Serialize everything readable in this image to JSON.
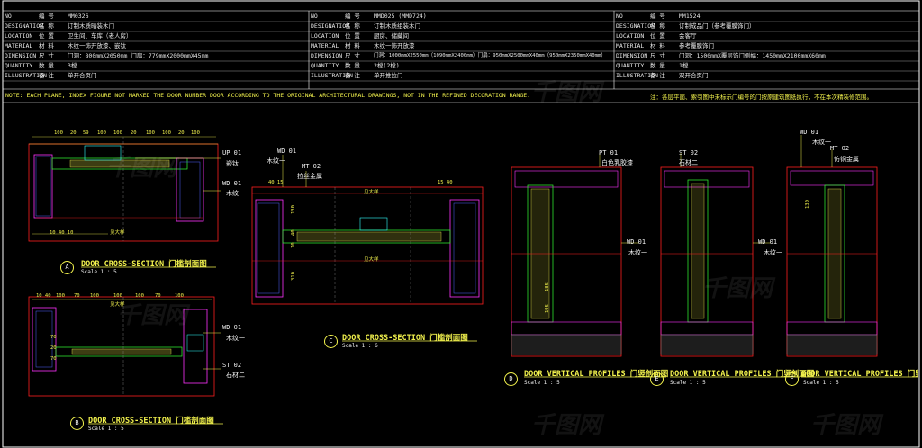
{
  "header": {
    "columns": [
      {
        "rows": [
          {
            "lab": "NO",
            "cn": "编 号",
            "val": "MM0326"
          },
          {
            "lab": "DESIGNATION",
            "cn": "名 称",
            "val": "订制木质暗装木门"
          },
          {
            "lab": "LOCATION",
            "cn": "位 置",
            "val": "卫生间、车库（老人房）"
          },
          {
            "lab": "MATERIAL",
            "cn": "材 料",
            "val": "木纹一饰开放漆、嵌钛"
          },
          {
            "lab": "DIMENSION",
            "cn": "尺 寸",
            "val": "门洞：800mmX2050mm      门扇：779mmX2000mmX45mm"
          },
          {
            "lab": "QUANTITY",
            "cn": "数 量",
            "val": "3樘"
          },
          {
            "lab": "ILLUSTRATION",
            "cn": "备 注",
            "val": "单开合页门"
          }
        ]
      },
      {
        "rows": [
          {
            "lab": "NO",
            "cn": "编 号",
            "val": "MMD025 (MMD724)"
          },
          {
            "lab": "DESIGNATION",
            "cn": "名 称",
            "val": "订制木质组装木门"
          },
          {
            "lab": "LOCATION",
            "cn": "位 置",
            "val": "厨房、储藏间"
          },
          {
            "lab": "MATERIAL",
            "cn": "材 料",
            "val": "木纹一饰开放漆"
          },
          {
            "lab": "DIMENSION",
            "cn": "尺 寸",
            "val": "门洞：1000mmX2550mm（1090mmX2400mm）门扇：950mmX2500mmX40mm（950mmX2350mmX40mm）"
          },
          {
            "lab": "QUANTITY",
            "cn": "数 量",
            "val": "2樘(2樘)"
          },
          {
            "lab": "ILLUSTRATION",
            "cn": "备 注",
            "val": "单开推拉门"
          }
        ]
      },
      {
        "rows": [
          {
            "lab": "NO",
            "cn": "编 号",
            "val": "MM1524"
          },
          {
            "lab": "DESIGNATION",
            "cn": "名 称",
            "val": "订制成品门（参考覆膜饰门）"
          },
          {
            "lab": "LOCATION",
            "cn": "位 置",
            "val": "会客厅"
          },
          {
            "lab": "MATERIAL",
            "cn": "材 料",
            "val": "参考覆膜饰门"
          },
          {
            "lab": "DIMENSION",
            "cn": "尺 寸",
            "val": "门洞：1500mmX覆层饰门侧幅：1450mmX2100mmX60mm"
          },
          {
            "lab": "QUANTITY",
            "cn": "数 量",
            "val": "1樘"
          },
          {
            "lab": "ILLUSTRATION",
            "cn": "备 注",
            "val": "双开合页门"
          }
        ]
      }
    ]
  },
  "note_en": "NOTE: EACH PLANE, INDEX FIGURE NOT MARKED THE DOOR NUMBER DOOR ACCORDING TO THE ORIGINAL ARCHITECTURAL DRAWINGS, NOT IN THE REFINED DECORATION RANGE.",
  "note_cn": "注：各层平面、索引图中未标示门编号的门按原建筑图纸执行，不在本次精装修范围。",
  "watermark": "千图网",
  "tags": {
    "up01": "UP  01",
    "up01_sub": "嵌钛",
    "wd01": "WD  01",
    "wd01_sub": "木纹一",
    "mt02": "MT  02",
    "mt02_sub": "拉丝金属",
    "pt01": "PT  01",
    "pt01_sub": "白色乳胶漆",
    "st02": "ST  02",
    "st02_sub": "石材二",
    "mt02b_sub": "仿铜金属"
  },
  "titles": {
    "a": {
      "letter": "A",
      "text": "DOOR CROSS-SECTION 门槛剖面图",
      "scale": "Scale 1 : 5"
    },
    "b": {
      "letter": "B",
      "text": "DOOR CROSS-SECTION 门槛剖面图",
      "scale": "Scale 1 : 5"
    },
    "c": {
      "letter": "C",
      "text": "DOOR CROSS-SECTION 门槛剖面图",
      "scale": "Scale 1 : 6"
    },
    "d": {
      "letter": "D",
      "text": "DOOR VERTICAL PROFILES 门竖剖面图",
      "scale": "Scale 1 : 5"
    },
    "e": {
      "letter": "E",
      "text": "DOOR VERTICAL PROFILES 门竖剖面图",
      "scale": "Scale 1 : 5"
    },
    "f": {
      "letter": "F",
      "text": "DOOR VERTICAL PROFILES 门竖剖面图",
      "scale": "Scale 1 : 5"
    }
  },
  "dims": {
    "a_top": [
      "100",
      "20",
      "59",
      "100",
      "100",
      "20",
      "100",
      "100",
      "20",
      "100"
    ],
    "a_bot": "10 40 10",
    "c_top_l": "40 15",
    "c_top_r": "15 40",
    "c_vert": [
      "130",
      "40",
      "10",
      "310"
    ],
    "b_top": [
      "10 40",
      "100",
      "70",
      "100",
      "100",
      "100",
      "70",
      "100"
    ],
    "b_left": [
      "70",
      "20",
      "70"
    ],
    "d_v": [
      "185",
      "195"
    ],
    "f_v": [
      "130"
    ],
    "mid_label": "见大样"
  },
  "colors": {
    "frame": "#ffffff",
    "red": "#ff2020",
    "yellow": "#f2f24d",
    "green": "#33ff33",
    "cyan": "#33ffff",
    "magenta": "#ff33ff",
    "blue": "#5060ff",
    "gray": "#8a8a8a"
  }
}
